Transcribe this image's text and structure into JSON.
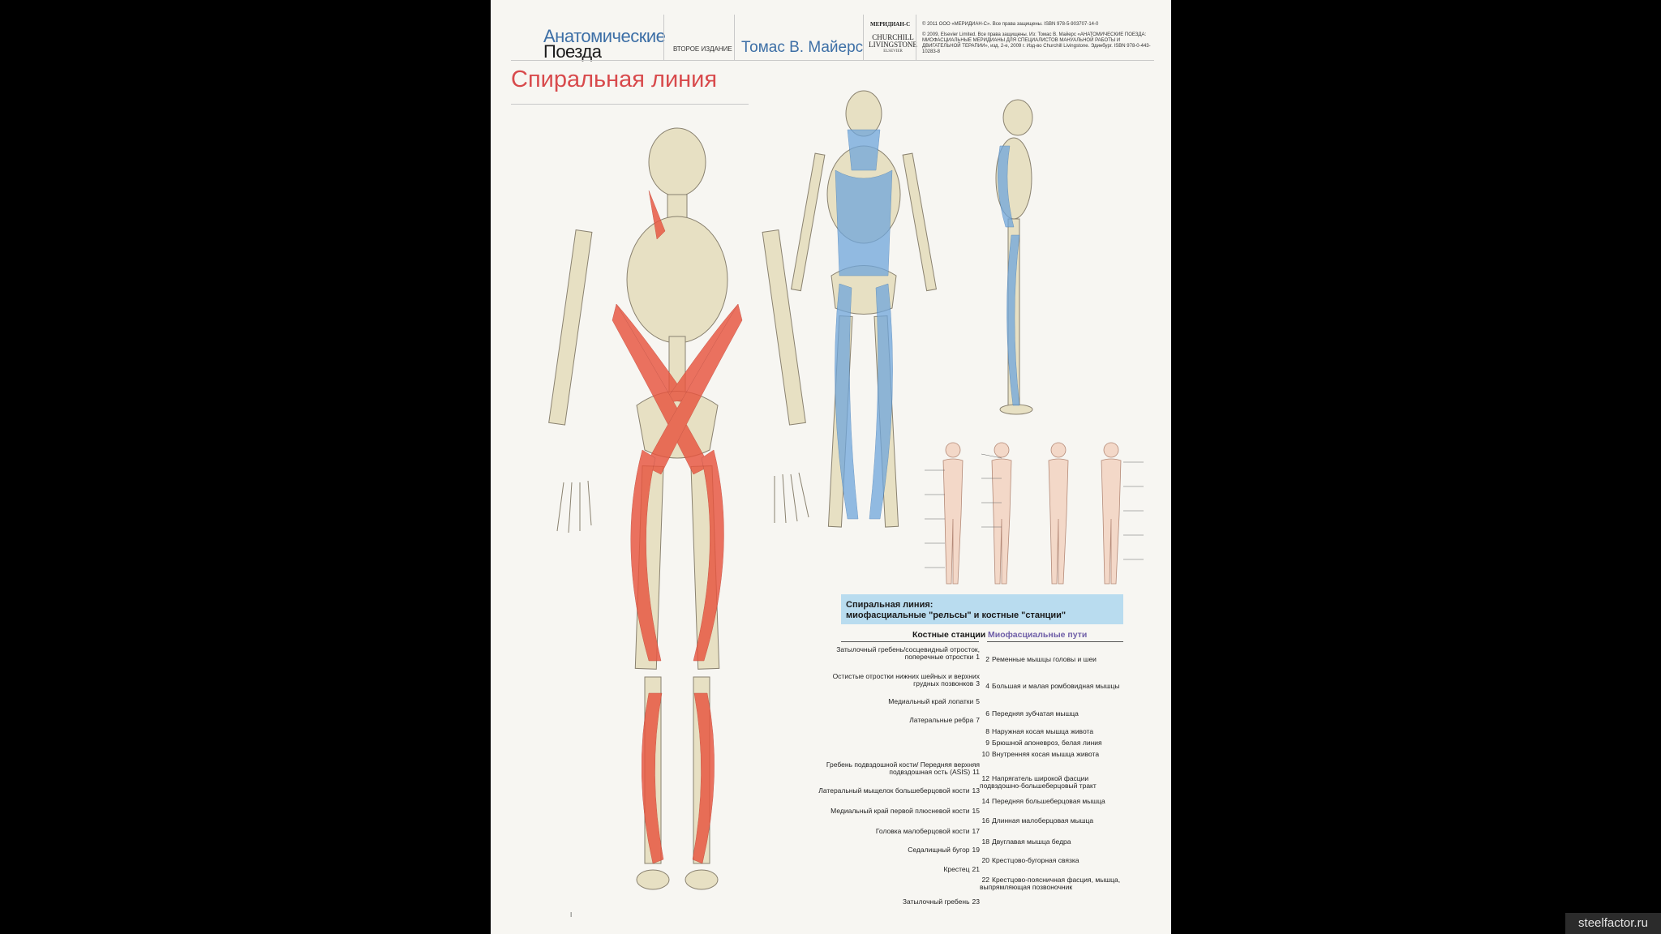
{
  "header": {
    "logo_line1": "Анатомические",
    "logo_line2": "Поезда",
    "edition": "ВТОРОЕ ИЗДАНИЕ",
    "author": "Томас В. Майерс",
    "publisher_top": "МЕРИДИАН-С",
    "publisher_name": "CHURCHILL LIVINGSTONE",
    "publisher_sub": "ELSEVIER",
    "copyright_1": "© 2011 ООО «МЕРИДИАН-С». Все права защищены. ISBN 978-5-903707-14-0",
    "copyright_2": "© 2009, Elsevier Limited. Все права защищены. Из: Томас В. Майерс «АНАТОМИЧЕСКИЕ ПОЕЗДА: МИОФАСЦИАЛЬНЫЕ МЕРИДИАНЫ ДЛЯ СПЕЦИАЛИСТОВ МАНУАЛЬНОЙ РАБОТЫ И ДВИГАТЕЛЬНОЙ ТЕРАПИИ», изд. 2-е, 2009 г. Изд-во Churchill Livingstone. Эдинбург. ISBN 978-0-443-10283-8"
  },
  "title": "Спиральная линия",
  "table": {
    "heading_1": "Спиральная линия:",
    "heading_2": "миофасциальные \"рельсы\" и костные \"станции\"",
    "col_bones": "Костные станции",
    "col_paths": "Миофасциальные пути",
    "stations": [
      {
        "n": "1",
        "text": "Затылочный гребень/сосцевидный отросток, поперечные отростки"
      },
      {
        "n": "3",
        "text": "Остистые отростки нижних шейных и верхних грудных позвонков"
      },
      {
        "n": "5",
        "text": "Медиальный край лопатки"
      },
      {
        "n": "7",
        "text": "Латеральные ребра"
      },
      {
        "n": "11",
        "text": "Гребень подвздошной кости/ Передняя верхняя подвздошная ость (ASIS)"
      },
      {
        "n": "13",
        "text": "Латеральный мыщелок большеберцовой кости"
      },
      {
        "n": "15",
        "text": "Медиальный край первой плюсневой кости"
      },
      {
        "n": "17",
        "text": "Головка малоберцовой кости"
      },
      {
        "n": "19",
        "text": "Седалищный бугор"
      },
      {
        "n": "21",
        "text": "Крестец"
      },
      {
        "n": "23",
        "text": "Затылочный гребень"
      }
    ],
    "paths": [
      {
        "n": "2",
        "text": "Ременные мышцы головы и шеи"
      },
      {
        "n": "4",
        "text": "Большая и малая ромбовидная мышцы"
      },
      {
        "n": "6",
        "text": "Передняя зубчатая мышца"
      },
      {
        "n": "8",
        "text": "Наружная косая мышца живота"
      },
      {
        "n": "9",
        "text": "Брюшной апоневроз, белая линия"
      },
      {
        "n": "10",
        "text": "Внутренняя косая мышца живота"
      },
      {
        "n": "12",
        "text": "Напрягатель широкой фасции подвздошно-большеберцовый тракт"
      },
      {
        "n": "14",
        "text": "Передняя большеберцовая мышца"
      },
      {
        "n": "16",
        "text": "Длинная малоберцовая мышца"
      },
      {
        "n": "18",
        "text": "Двуглавая мышца бедра"
      },
      {
        "n": "20",
        "text": "Крестцово-бугорная связка"
      },
      {
        "n": "22",
        "text": "Крестцово-поясничная фасция, мышца, выпрямляющая позвоночник"
      }
    ]
  },
  "page_mark": "I",
  "watermark": "steelfactor.ru",
  "colors": {
    "line_red": "#e8553f",
    "line_blue": "#6fa6dc",
    "bone": "#e7e0c3",
    "title_red": "#d84a4c",
    "table_header_bg": "#b9dcef"
  }
}
